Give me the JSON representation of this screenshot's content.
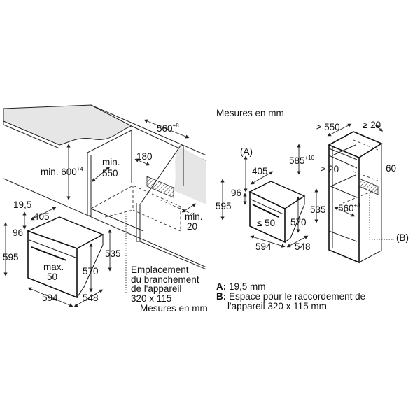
{
  "left_diagram": {
    "labels": {
      "niche_width": "560",
      "niche_width_tol": "+8",
      "depth_180": "180",
      "min_depth_line1": "min.",
      "min_depth_line2": "550",
      "height_min": "min. 600",
      "height_min_tol": "+4",
      "gap_19_5": "19,5",
      "d_405": "405",
      "d_96": "96",
      "d_595": "595",
      "max_line1": "max.",
      "max_line2": "50",
      "d_570": "570",
      "d_535": "535",
      "d_594": "594",
      "d_548": "548",
      "min20_line1": "min.",
      "min20_line2": "20"
    },
    "caption": [
      "Emplacement",
      "du branchement",
      "de l'appareil",
      "320 x 115",
      "Mesures en mm"
    ]
  },
  "right_diagram": {
    "title": "Mesures en mm",
    "labels": {
      "marker_a": "(A)",
      "d_405": "405",
      "d_96": "96",
      "d_595": "595",
      "le_50": "≤ 50",
      "d_570": "570",
      "d_535": "535",
      "d_594": "594",
      "d_548": "548",
      "ge_550": "≥ 550",
      "ge_20_top": "≥ 20",
      "d_585": "585",
      "d_585_tol": "+10",
      "ge_20_mid": "≥ 20",
      "d_60": "60",
      "d_560": "560",
      "d_560_tol": "+8",
      "marker_b": "(B)"
    },
    "legend": [
      {
        "key": "A:",
        "text": "19,5 mm"
      },
      {
        "key": "B:",
        "text": "Espace pour le raccordement de",
        "text2": "l'appareil 320 x 115 mm"
      }
    ]
  }
}
